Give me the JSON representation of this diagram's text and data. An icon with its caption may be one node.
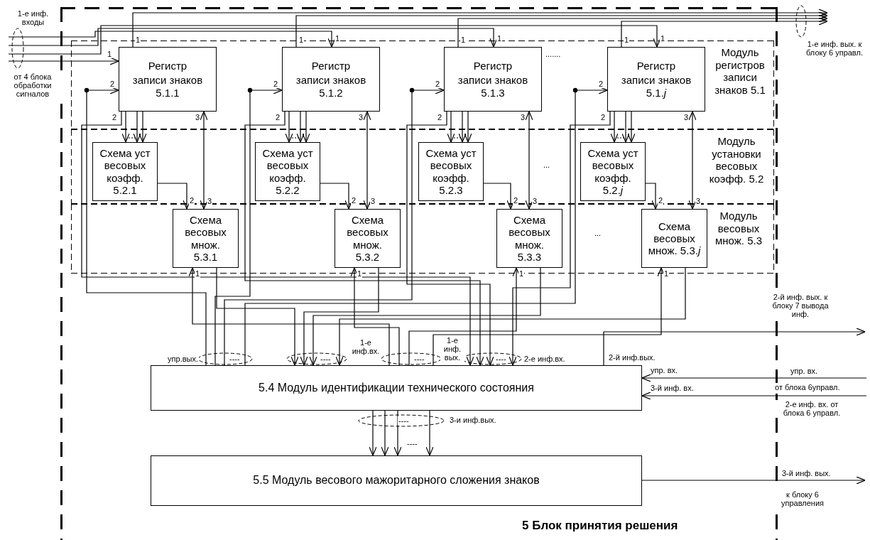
{
  "diagram": {
    "nodes": [
      {
        "text": [
          "5 Блок принятия решения"
        ]
      },
      {
        "text": [
          "Модуль регистров записи знаков 5.1"
        ],
        "in": 0
      },
      {
        "text": [
          "Регистр",
          "записи знаков 5.1.1"
        ],
        "in": 1
      },
      {
        "text": [
          "Регистр",
          "записи знаков 5.1.2"
        ],
        "in": 1
      },
      {
        "text": [
          "Регистр",
          "записи знаков 5.1.3"
        ],
        "in": 1
      },
      {
        "text": [
          "Регистр",
          "записи знаков 5.1.*j*"
        ],
        "in": 1
      },
      {
        "text": [
          "Модуль установки весовых коэфф. 5.2"
        ],
        "in": 0
      },
      {
        "text": [
          "Схема уст весовых коэфф. 5.2.1"
        ],
        "in": 6
      },
      {
        "text": [
          "Схема уст весовых коэфф. 5.2.2"
        ],
        "in": 6
      },
      {
        "text": [
          "Схема уст весовых коэфф. 5.2.3"
        ],
        "in": 6
      },
      {
        "text": [
          "Схема уст весовых коэфф. 5.2.*j*"
        ],
        "in": 6
      },
      {
        "text": [
          "Модуль весовых множ. 5.3"
        ],
        "in": 0
      },
      {
        "text": [
          "Схема весовых множ. 5.3.1"
        ],
        "in": 11
      },
      {
        "text": [
          "Схема весовых множ. 5.3.2"
        ],
        "in": 11
      },
      {
        "text": [
          "Схема весовых множ. 5.3.3"
        ],
        "in": 11
      },
      {
        "text": [
          "Схема весовых множ. 5.3.*j*"
        ],
        "in": 11
      },
      {
        "text": [
          "5.4 Модуль идентификации технического состояния"
        ],
        "in": 0
      },
      {
        "text": [
          "5.5 Модуль весового мажоритарного сложения знаков"
        ],
        "in": 0
      }
    ],
    "edges": [
      {
        "from": 2,
        "to": 7,
        "arrow": "to",
        "label": "2"
      },
      {
        "from": 2,
        "to": 7,
        "arrow": "to"
      },
      {
        "from": 2,
        "to": 7,
        "arrow": "to"
      },
      {
        "from": 7,
        "to": 12,
        "arrow": "to",
        "label": "2"
      },
      {
        "from": 2,
        "to": 12,
        "arrow": "both",
        "label": "3"
      },
      {
        "from": null,
        "to": 2,
        "arrow": "to",
        "label": "1"
      },
      {
        "from": 2,
        "to": null,
        "arrow": "to",
        "label": "1"
      },
      {
        "from": 2,
        "to": 16,
        "arrow": "to"
      },
      {
        "from": 16,
        "to": 2,
        "arrow": "to",
        "label": "2"
      },
      {
        "from": 12,
        "to": 16,
        "arrow": "to"
      },
      {
        "from": 16,
        "to": 12,
        "arrow": "to",
        "label": "1"
      },
      {
        "from": 3,
        "to": 8,
        "arrow": "to",
        "label": "2"
      },
      {
        "from": 3,
        "to": 8,
        "arrow": "to"
      },
      {
        "from": 3,
        "to": 8,
        "arrow": "to"
      },
      {
        "from": 8,
        "to": 13,
        "arrow": "to",
        "label": "2"
      },
      {
        "from": 3,
        "to": 13,
        "arrow": "both",
        "label": "3"
      },
      {
        "from": null,
        "to": 3,
        "arrow": "to",
        "label": "1"
      },
      {
        "from": 3,
        "to": null,
        "arrow": "to",
        "label": "1"
      },
      {
        "from": 3,
        "to": 16,
        "arrow": "to"
      },
      {
        "from": 16,
        "to": 3,
        "arrow": "to",
        "label": "2"
      },
      {
        "from": 13,
        "to": 16,
        "arrow": "to"
      },
      {
        "from": 16,
        "to": 13,
        "arrow": "to",
        "label": "1"
      },
      {
        "from": 4,
        "to": 9,
        "arrow": "to",
        "label": "2"
      },
      {
        "from": 4,
        "to": 9,
        "arrow": "to"
      },
      {
        "from": 4,
        "to": 9,
        "arrow": "to"
      },
      {
        "from": 9,
        "to": 14,
        "arrow": "to",
        "label": "2"
      },
      {
        "from": 4,
        "to": 14,
        "arrow": "both",
        "label": "3"
      },
      {
        "from": null,
        "to": 4,
        "arrow": "to",
        "label": "1"
      },
      {
        "from": 4,
        "to": null,
        "arrow": "to",
        "label": "1"
      },
      {
        "from": 4,
        "to": 16,
        "arrow": "to"
      },
      {
        "from": 16,
        "to": 4,
        "arrow": "to",
        "label": "2"
      },
      {
        "from": 14,
        "to": 16,
        "arrow": "to"
      },
      {
        "from": 16,
        "to": 14,
        "arrow": "to",
        "label": "1"
      },
      {
        "from": 5,
        "to": 10,
        "arrow": "to",
        "label": "2"
      },
      {
        "from": 5,
        "to": 10,
        "arrow": "to"
      },
      {
        "from": 5,
        "to": 10,
        "arrow": "to"
      },
      {
        "from": 10,
        "to": 15,
        "arrow": "to",
        "label": "2"
      },
      {
        "from": 5,
        "to": 15,
        "arrow": "both",
        "label": "3"
      },
      {
        "from": null,
        "to": 5,
        "arrow": "to",
        "label": "1"
      },
      {
        "from": 5,
        "to": null,
        "arrow": "to",
        "label": "1"
      },
      {
        "from": 5,
        "to": 16,
        "arrow": "to"
      },
      {
        "from": 16,
        "to": 5,
        "arrow": "to",
        "label": "2"
      },
      {
        "from": 15,
        "to": 16,
        "arrow": "to"
      },
      {
        "from": 16,
        "to": 15,
        "arrow": "to",
        "label": "1"
      },
      {
        "from": 16,
        "to": null,
        "arrow": "to",
        "label": "2-й инф.вых."
      },
      {
        "from": null,
        "to": 16,
        "arrow": "to",
        "label": "упр. вх."
      },
      {
        "from": null,
        "to": 16,
        "arrow": "to",
        "label": "3-й инф. вх."
      },
      {
        "from": 16,
        "to": 17,
        "arrow": "to"
      },
      {
        "from": 16,
        "to": 17,
        "arrow": "to"
      },
      {
        "from": 16,
        "to": 17,
        "arrow": "to"
      },
      {
        "from": 16,
        "to": 17,
        "arrow": "to"
      },
      {
        "from": 17,
        "to": null,
        "arrow": "to",
        "label": "3-й инф. вых."
      }
    ],
    "labels": [
      "1-е инф. входы",
      "от 4 блока обработки сигналов",
      "1-е инф. вых. к блоку 6 управл.",
      "3",
      "3",
      "3",
      "3",
      ".......",
      "...",
      "...",
      "упр.вых.",
      "----",
      "----",
      "1-е инф.вх.",
      "----",
      "1-е инф. вых.",
      "----",
      "2-е инф.вх.",
      "2-й инф. вых. к блоку 7 вывода инф.",
      "упр. вх.",
      "от блока 6управл.",
      "2-е инф. вх. от блока 6 управл.",
      "----",
      "3-и инф.вых.",
      "----",
      "к блоку 6 управления"
    ]
  }
}
